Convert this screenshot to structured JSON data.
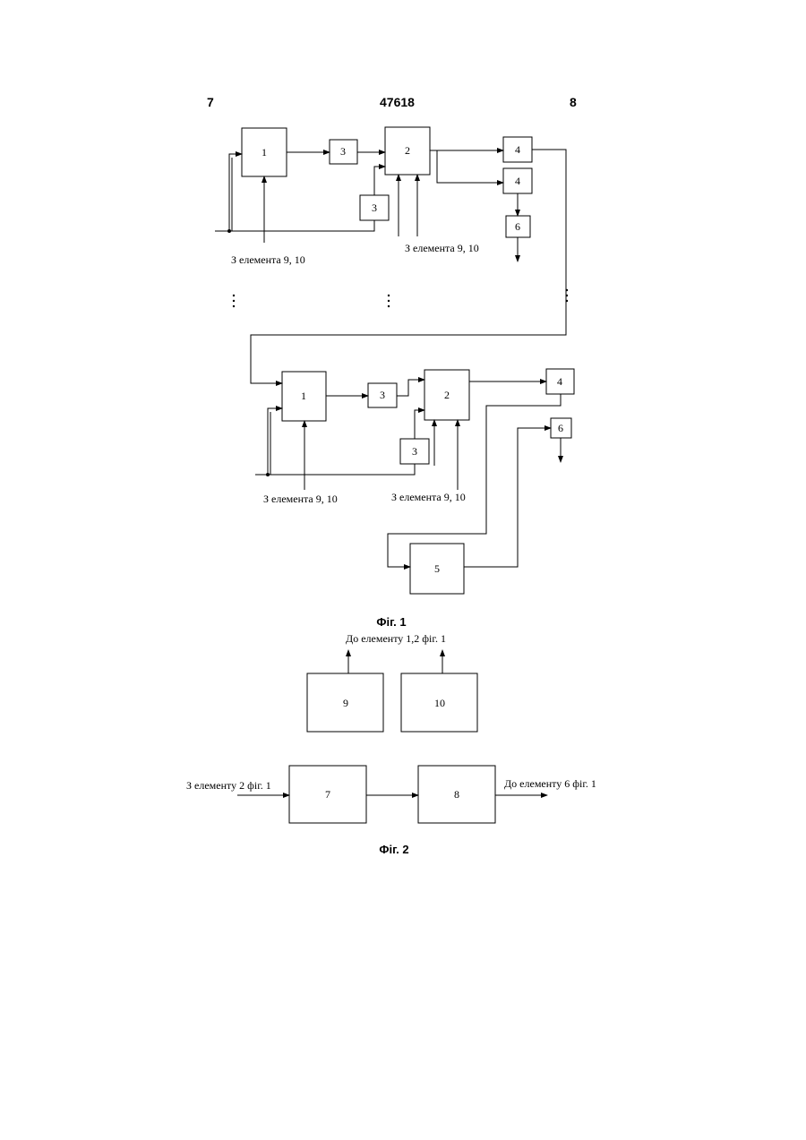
{
  "header": {
    "page_left": "7",
    "patent_number": "47618",
    "page_right": "8"
  },
  "figure1": {
    "caption": "Фіг. 1",
    "blocks": {
      "b1_top": "1",
      "b3_top": "3",
      "b2_top": "2",
      "b3b_top": "3",
      "b4a_top": "4",
      "b4b_top": "4",
      "b6_top": "6",
      "b1_bot": "1",
      "b3_bot": "3",
      "b2_bot": "2",
      "b3b_bot": "3",
      "b4_bot": "4",
      "b6_bot": "6",
      "b5_bot": "5"
    },
    "labels": {
      "from_9_10_a": "З елемента 9, 10",
      "from_9_10_b": "З елемента 9, 10",
      "from_9_10_c": "З елемента 9, 10",
      "from_9_10_d": "З елемента 9, 10"
    }
  },
  "figure2": {
    "caption": "Фіг. 2",
    "blocks": {
      "b9": "9",
      "b10": "10",
      "b7": "7",
      "b8": "8"
    },
    "labels": {
      "to_1_2": "До елементу 1,2 фіг. 1",
      "from_2": "З елементу 2 фіг. 1",
      "to_6": "До елементу 6 фіг. 1"
    }
  }
}
